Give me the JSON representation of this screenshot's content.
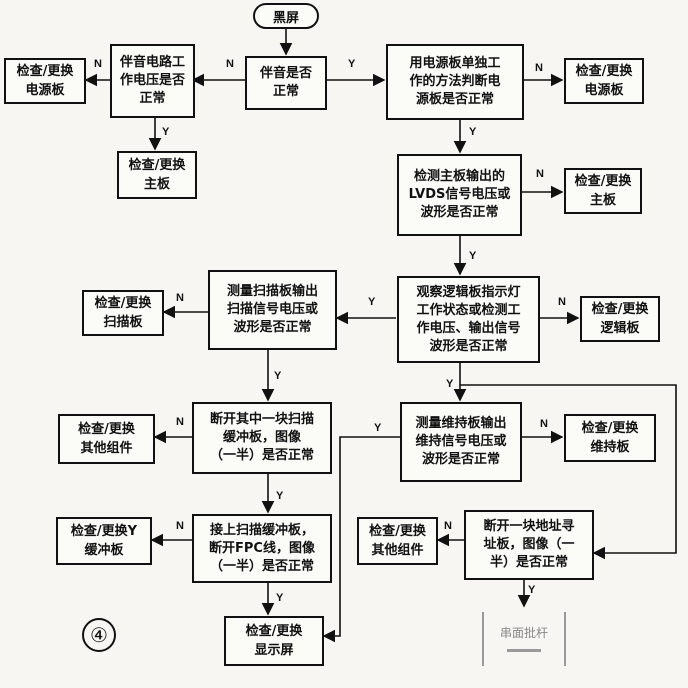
{
  "start": "黑屏",
  "boxes": {
    "check_power_left": "检查/更换\n电源板",
    "backlight_voltage": "伴音电路工\n作电压是否\n正常",
    "sound_ok": "伴音是否\n正常",
    "power_board_test": "用电源板单独工\n作的方法判断电\n源板是否正常",
    "check_power_right": "检查/更换\n电源板",
    "check_main_left": "检查/更换\n主板",
    "lvds_check": "检测主板输出的\nLVDS信号电压或\n波形是否正常",
    "check_main_right": "检查/更换\n主板",
    "scan_board_measure": "测量扫描板输出\n扫描信号电压或\n波形是否正常",
    "check_scan": "检查/更换\n扫描板",
    "logic_board_observe": "观察逻辑板指示灯\n工作状态或检测工\n作电压、输出信号\n波形是否正常",
    "check_logic": "检查/更换\n逻辑板",
    "check_other_left": "检查/更换\n其他组件",
    "scan_buffer_disconnect": "断开其中一块扫描\n缓冲板，图像\n（一半）是否正常",
    "sustain_measure": "测量维持板输出\n维持信号电压或\n波形是否正常",
    "check_sustain": "检查/更换\n维持板",
    "check_y_buffer": "检查/更换Y\n缓冲板",
    "scan_buffer_connect": "接上扫描缓冲板，\n断开FPC线，图像\n（一半）是否正常",
    "check_other_mid": "检查/更换\n其他组件",
    "address_board": "断开一块地址寻\n址板，图像（一\n半）是否正常",
    "check_display": "检查/更换\n显示屏",
    "faded_box": "串面批杆"
  },
  "labels": {
    "n": "N",
    "y": "Y"
  },
  "figure_number": "④"
}
